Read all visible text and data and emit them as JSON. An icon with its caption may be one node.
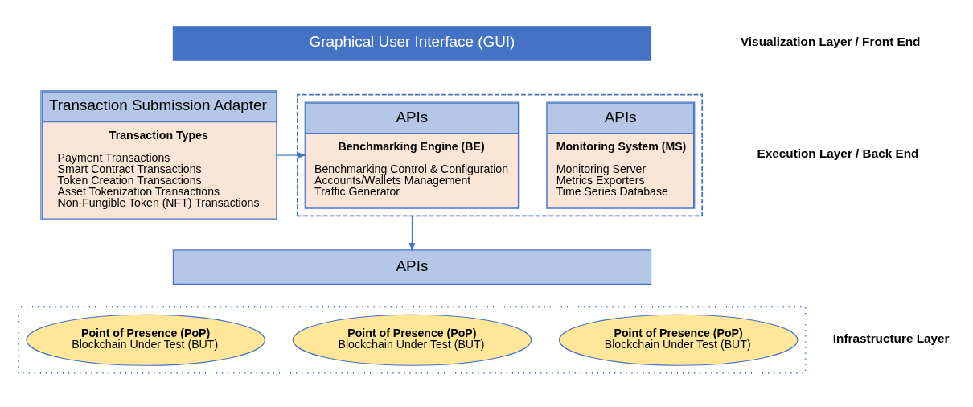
{
  "diagram": {
    "nodes": [
      {
        "text": [
          "Transaction Submission Adapter",
          "Transaction Types",
          "Payment Transactions",
          "Smart Contract Transactions",
          "Token Creation Transactions",
          "Asset Tokenization Transactions",
          "Non-Fungible Token (NFT) Transactions"
        ]
      },
      {
        "text": [
          "Graphical User Interface (GUI)"
        ]
      },
      {
        "text": [],
        "shape": "box"
      },
      {
        "text": [
          "APIs",
          "Benchmarking Engine (BE)",
          "Benchmarking Control & Configuration",
          "Accounts/Wallets Management",
          "Traffic Generator"
        ],
        "in": 2
      },
      {
        "text": [
          "APIs",
          "Monitoring System (MS)",
          "Monitoring Server",
          "Metrics Exporters",
          "Time Series Database"
        ],
        "in": 2
      },
      {
        "text": [
          "APIs"
        ]
      },
      {
        "text": [],
        "shape": "box"
      },
      {
        "text": [
          "Point of Presence (PoP)",
          "Blockchain Under Test (BUT)"
        ],
        "in": 6
      },
      {
        "text": [
          "Point of Presence (PoP)",
          "Blockchain Under Test (BUT)"
        ],
        "in": 6
      },
      {
        "text": [
          "Point of Presence (PoP)",
          "Blockchain Under Test (BUT)"
        ],
        "in": 6
      }
    ],
    "edges": [
      {
        "from": 0,
        "to": 3,
        "arrow": "to"
      },
      {
        "from": 2,
        "to": 5,
        "arrow": "to"
      }
    ],
    "labels": [
      "Visualization Layer / Front End",
      "Execution Layer / Back End",
      "Infrastructure Layer"
    ]
  }
}
